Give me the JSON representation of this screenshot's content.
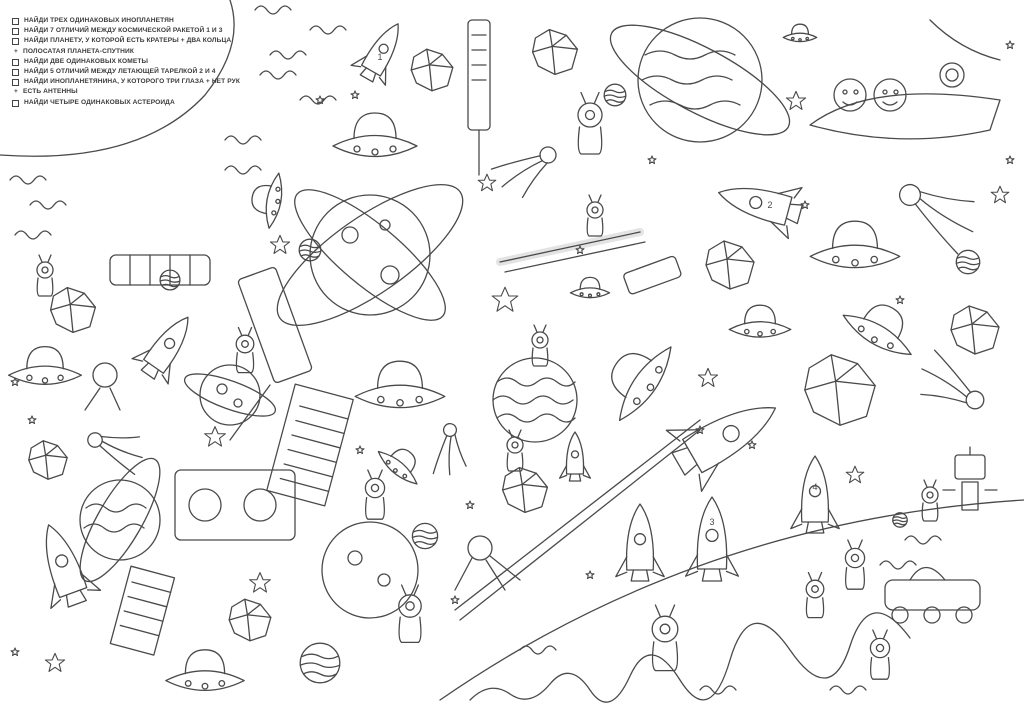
{
  "tasks": [
    {
      "text": "Найди трех одинаковых инопланетян",
      "type": "check"
    },
    {
      "text": "Найди 7 отличий между космической ракетой 1 и 3",
      "type": "check"
    },
    {
      "text": "Найди планету, у которой есть кратеры + два кольца",
      "type": "check"
    },
    {
      "text": "полосатая планета-спутник",
      "type": "plus"
    },
    {
      "text": "Найди две одинаковых кометы",
      "type": "check"
    },
    {
      "text": "Найди 5 отличий между летающей тарелкой 2 и 4",
      "type": "check"
    },
    {
      "text": "Найди инопланетянина, у которого три глаза + нет рук",
      "type": "check"
    },
    {
      "text": "есть антенны",
      "type": "plus"
    },
    {
      "text": "Найди четыре одинаковых астероида",
      "type": "check"
    }
  ],
  "labels": {
    "rocket_1": "1",
    "rocket_2": "2",
    "rocket_3": "3",
    "rocket_4": "4"
  },
  "colors": {
    "line": "#4a4a4a",
    "background": "#ffffff"
  }
}
